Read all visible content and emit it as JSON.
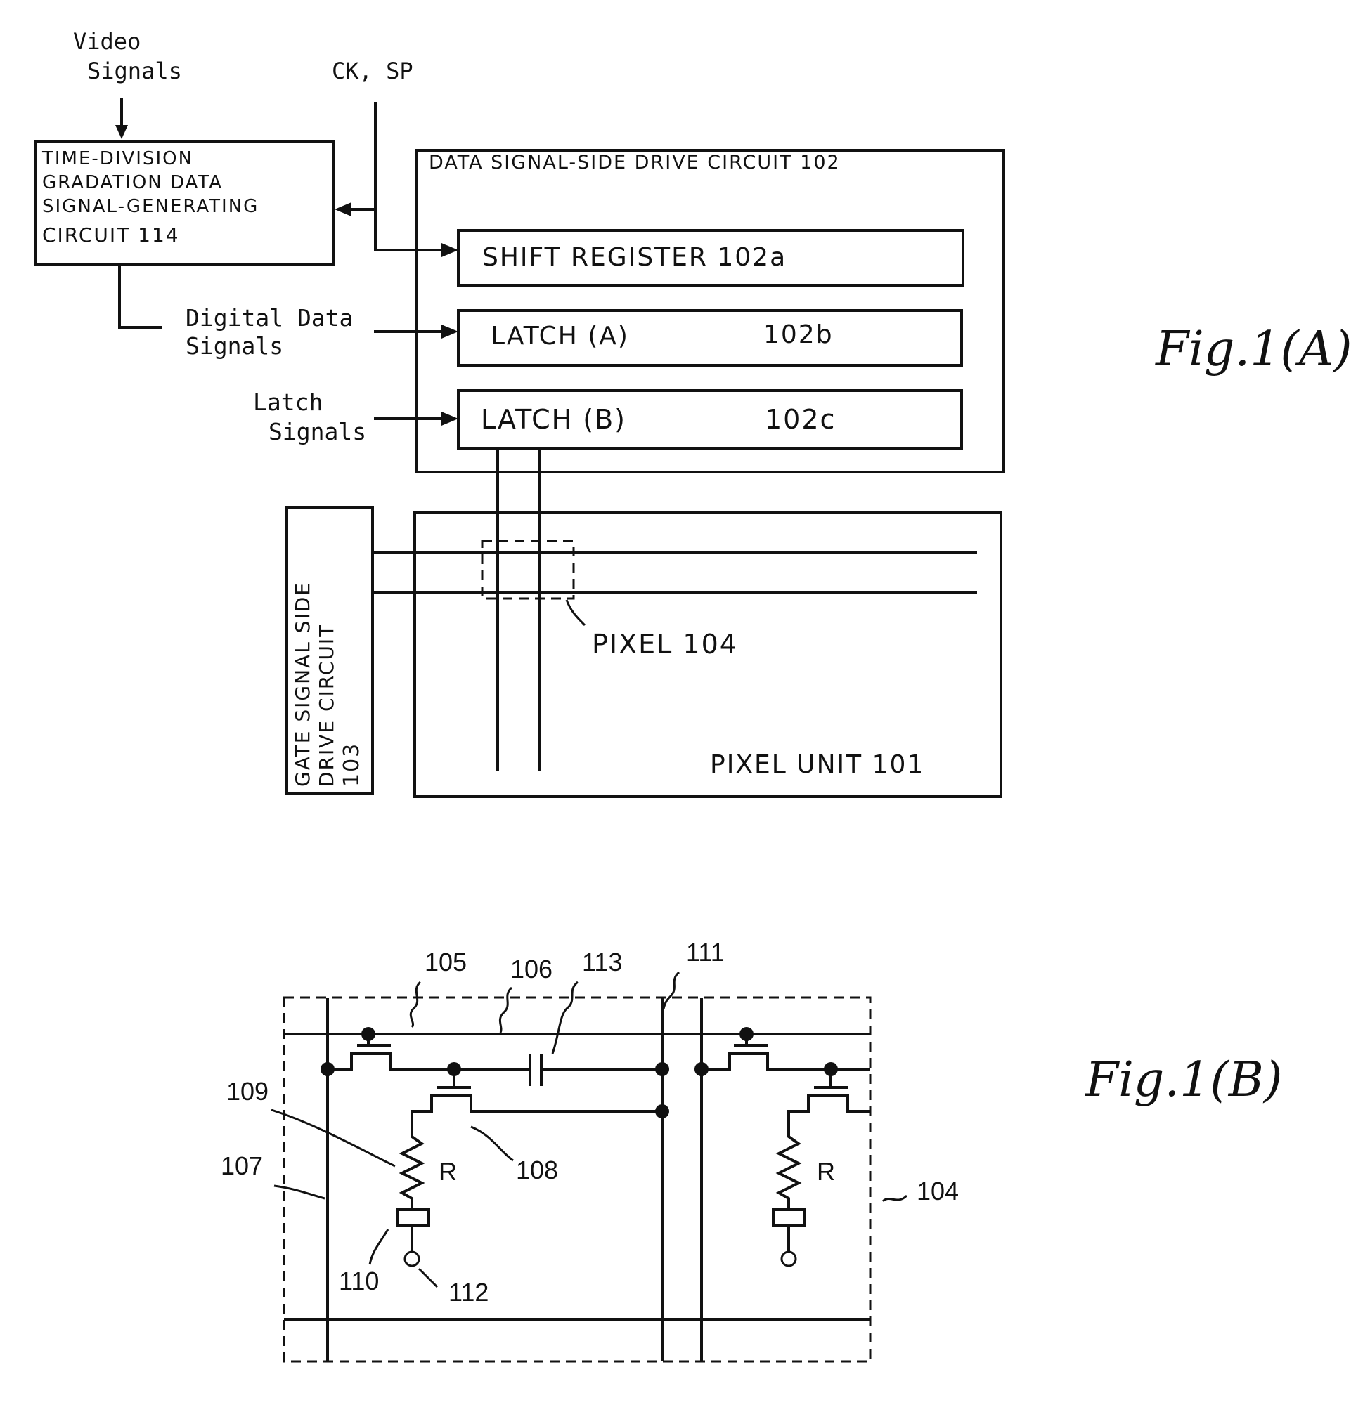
{
  "fig_a": {
    "caption": "Fig.1(A)",
    "video_signals": [
      "Video",
      "Signals"
    ],
    "ck_sp": "CK, SP",
    "tdg_circuit": [
      "TIME-DIVISION",
      "GRADATION DATA",
      "SIGNAL-GENERATING",
      "CIRCUIT 114"
    ],
    "digital_data": [
      "Digital Data",
      "Signals"
    ],
    "latch_signals": [
      "Latch",
      "Signals"
    ],
    "data_drive": "DATA SIGNAL-SIDE DRIVE CIRCUIT 102",
    "shift_register": "SHIFT REGISTER 102a",
    "latch_a": "LATCH (A)",
    "latch_a_ref": "102b",
    "latch_b": "LATCH (B)",
    "latch_b_ref": "102c",
    "gate_drive": [
      "GATE SIGNAL SIDE",
      "DRIVE CIRCUIT",
      "103"
    ],
    "pixel": "PIXEL 104",
    "pixel_unit": "PIXEL UNIT 101"
  },
  "fig_b": {
    "caption": "Fig.1(B)",
    "refs": {
      "r105": "105",
      "r106": "106",
      "r113": "113",
      "r111": "111",
      "r109": "109",
      "r107": "107",
      "r108": "108",
      "r104": "104",
      "r110": "110",
      "r112": "112"
    },
    "resistor_left": "R",
    "resistor_right": "R"
  }
}
